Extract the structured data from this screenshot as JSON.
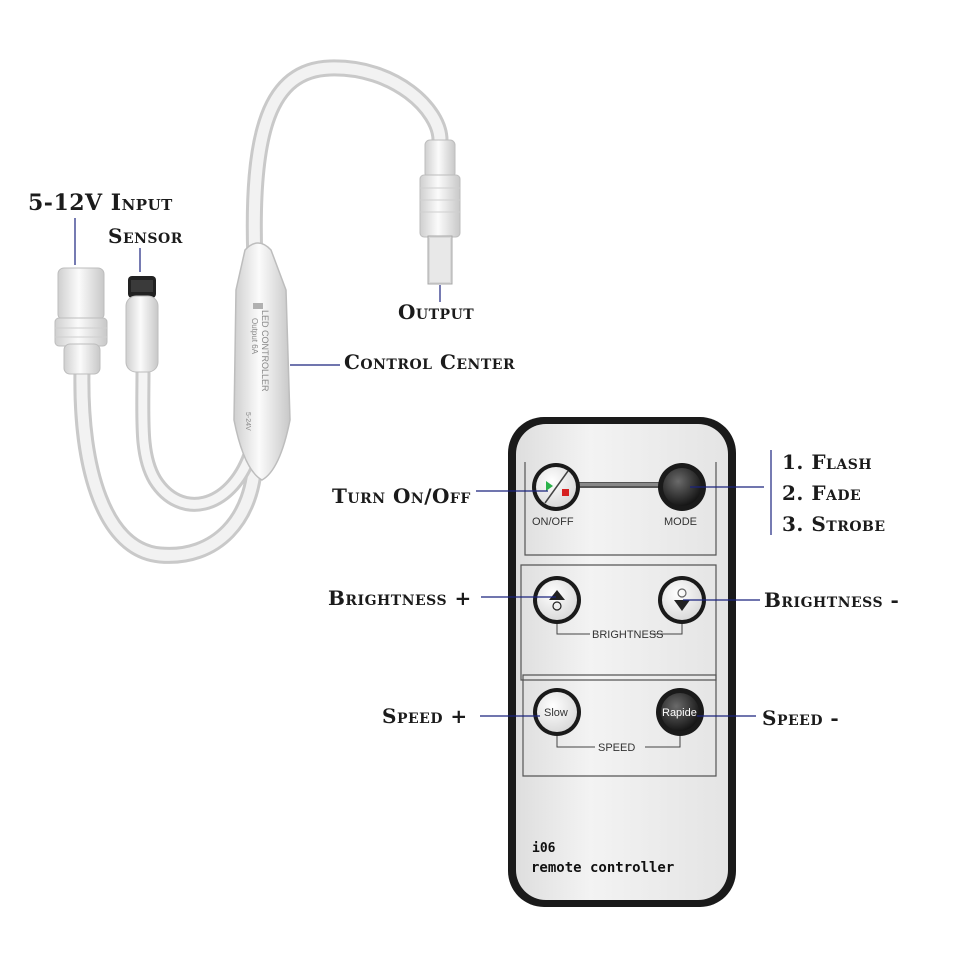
{
  "labels": {
    "input": "5-12V Input",
    "sensor": "Sensor",
    "output": "Output",
    "control_center": "Control Center",
    "turn_on_off": "Turn On/Off",
    "brightness_plus": "Brightness +",
    "brightness_minus": "Brightness -",
    "speed_plus": "Speed +",
    "speed_minus": "Speed -",
    "modes": [
      "1. Flash",
      "2. Fade",
      "3. Strobe"
    ]
  },
  "controller": {
    "text1": "LED CONTROLLER",
    "text2": "Output 6A",
    "text3": "5-24V"
  },
  "remote": {
    "on_off": "ON/OFF",
    "mode": "MODE",
    "brightness": "BRIGHTNESS",
    "slow": "Slow",
    "rapide": "Rapide",
    "speed": "SPEED",
    "model": "i06",
    "name": "remote controller"
  },
  "colors": {
    "leader_line": "#1a237e",
    "cable": "#ececec",
    "remote_body": "#1c1c1c",
    "remote_face": "#ededed"
  }
}
